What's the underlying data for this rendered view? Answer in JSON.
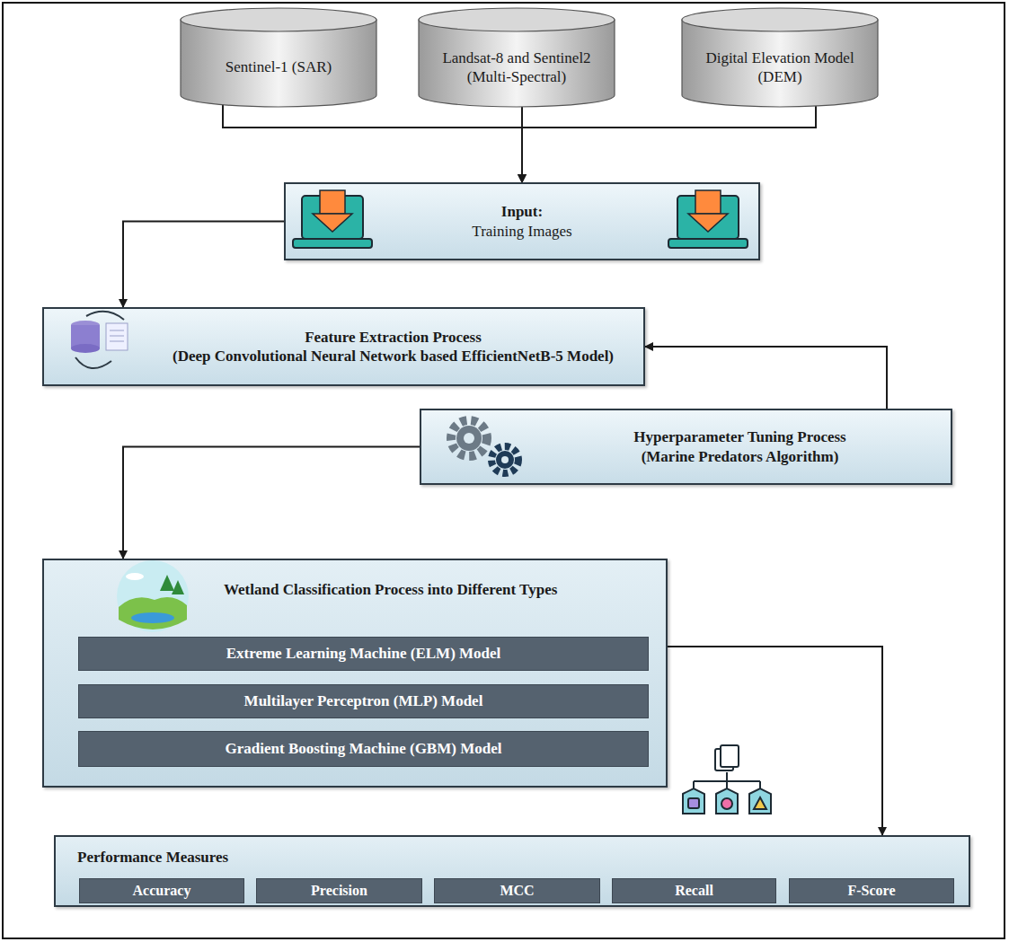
{
  "diagram": {
    "nodes": [
      {
        "text": [
          "Sentinel-1 (SAR)"
        ]
      },
      {
        "text": [
          "Landsat-8 and Sentinel2 (Multi-Spectral)"
        ]
      },
      {
        "text": [
          "Digital Elevation Model (DEM)"
        ]
      },
      {
        "text": [
          "Input:",
          "Training Images"
        ]
      },
      {
        "text": [
          "Feature Extraction Process",
          "(Deep Convolutional Neural Network based EfficientNetB-5 Model)"
        ]
      },
      {
        "text": [
          "Hyperparameter Tuning Process",
          "(Marine Predators Algorithm)"
        ]
      },
      {
        "text": [
          "Wetland Classification Process into Different Types"
        ]
      },
      {
        "text": [
          "Extreme Learning Machine (ELM) Model"
        ],
        "in": 6
      },
      {
        "text": [
          "Multilayer Perceptron (MLP) Model"
        ],
        "in": 6
      },
      {
        "text": [
          "Gradient Boosting Machine (GBM) Model"
        ],
        "in": 6
      },
      {
        "text": [
          "Performance Measures"
        ]
      },
      {
        "text": [
          "Accuracy"
        ],
        "in": 10
      },
      {
        "text": [
          "Precision"
        ],
        "in": 10
      },
      {
        "text": [
          "MCC"
        ],
        "in": 10
      },
      {
        "text": [
          "Recall"
        ],
        "in": 10
      },
      {
        "text": [
          "F-Score"
        ],
        "in": 10
      }
    ],
    "edges": [
      {
        "from": 0,
        "to": 3,
        "arrow": "to"
      },
      {
        "from": 1,
        "to": 3,
        "arrow": "to"
      },
      {
        "from": 2,
        "to": 3,
        "arrow": "to"
      },
      {
        "from": 3,
        "to": 4,
        "arrow": "to"
      },
      {
        "from": 5,
        "to": 4,
        "arrow": "to"
      },
      {
        "from": 5,
        "to": 6,
        "arrow": "to"
      },
      {
        "from": 6,
        "to": 10,
        "arrow": "to"
      }
    ]
  }
}
